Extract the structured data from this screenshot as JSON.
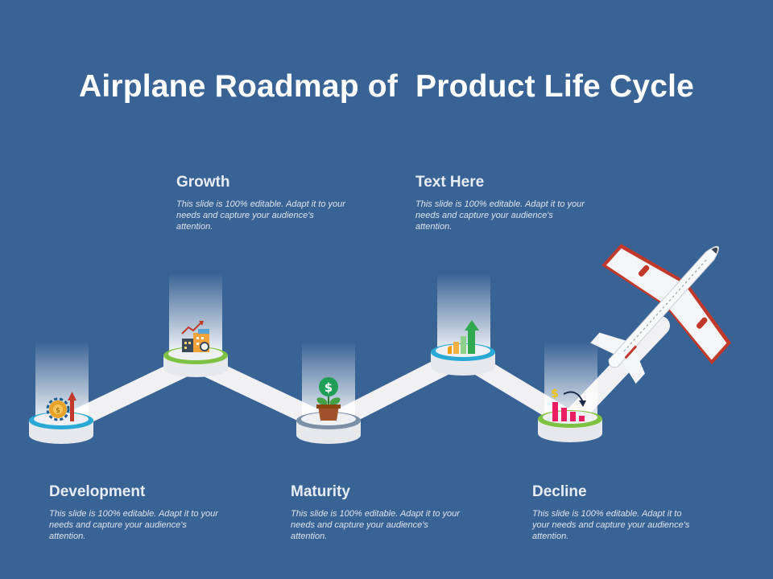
{
  "title": "Airplane Roadmap of  Product Life Cycle",
  "colors": {
    "background": "#3a6395",
    "path": "#f1f1f3",
    "ring_blue": "#2aa9d6",
    "ring_green": "#7dc242",
    "ring_gray": "#7b8fa6",
    "plane_red": "#c0392b"
  },
  "stages": [
    {
      "name": "Development",
      "description": "This slide is 100% editable. Adapt it to your needs and capture your audience's attention.",
      "icon": "gear-dollar-growth-icon"
    },
    {
      "name": "Growth",
      "description": "This slide is 100% editable. Adapt it to your needs and capture your audience's attention.",
      "icon": "building-chart-icon"
    },
    {
      "name": "Maturity",
      "description": "This slide is 100% editable. Adapt it to your needs and capture your audience's attention.",
      "icon": "money-plant-icon"
    },
    {
      "name": "Text Here",
      "description": "This slide is 100% editable. Adapt it to your needs and capture your audience's attention.",
      "icon": "bar-chart-up-icon"
    },
    {
      "name": "Decline",
      "description": "This slide is 100% editable. Adapt it to your needs and capture your audience's attention.",
      "icon": "bar-chart-down-icon"
    }
  ],
  "airplane": {
    "icon": "airplane-icon"
  }
}
